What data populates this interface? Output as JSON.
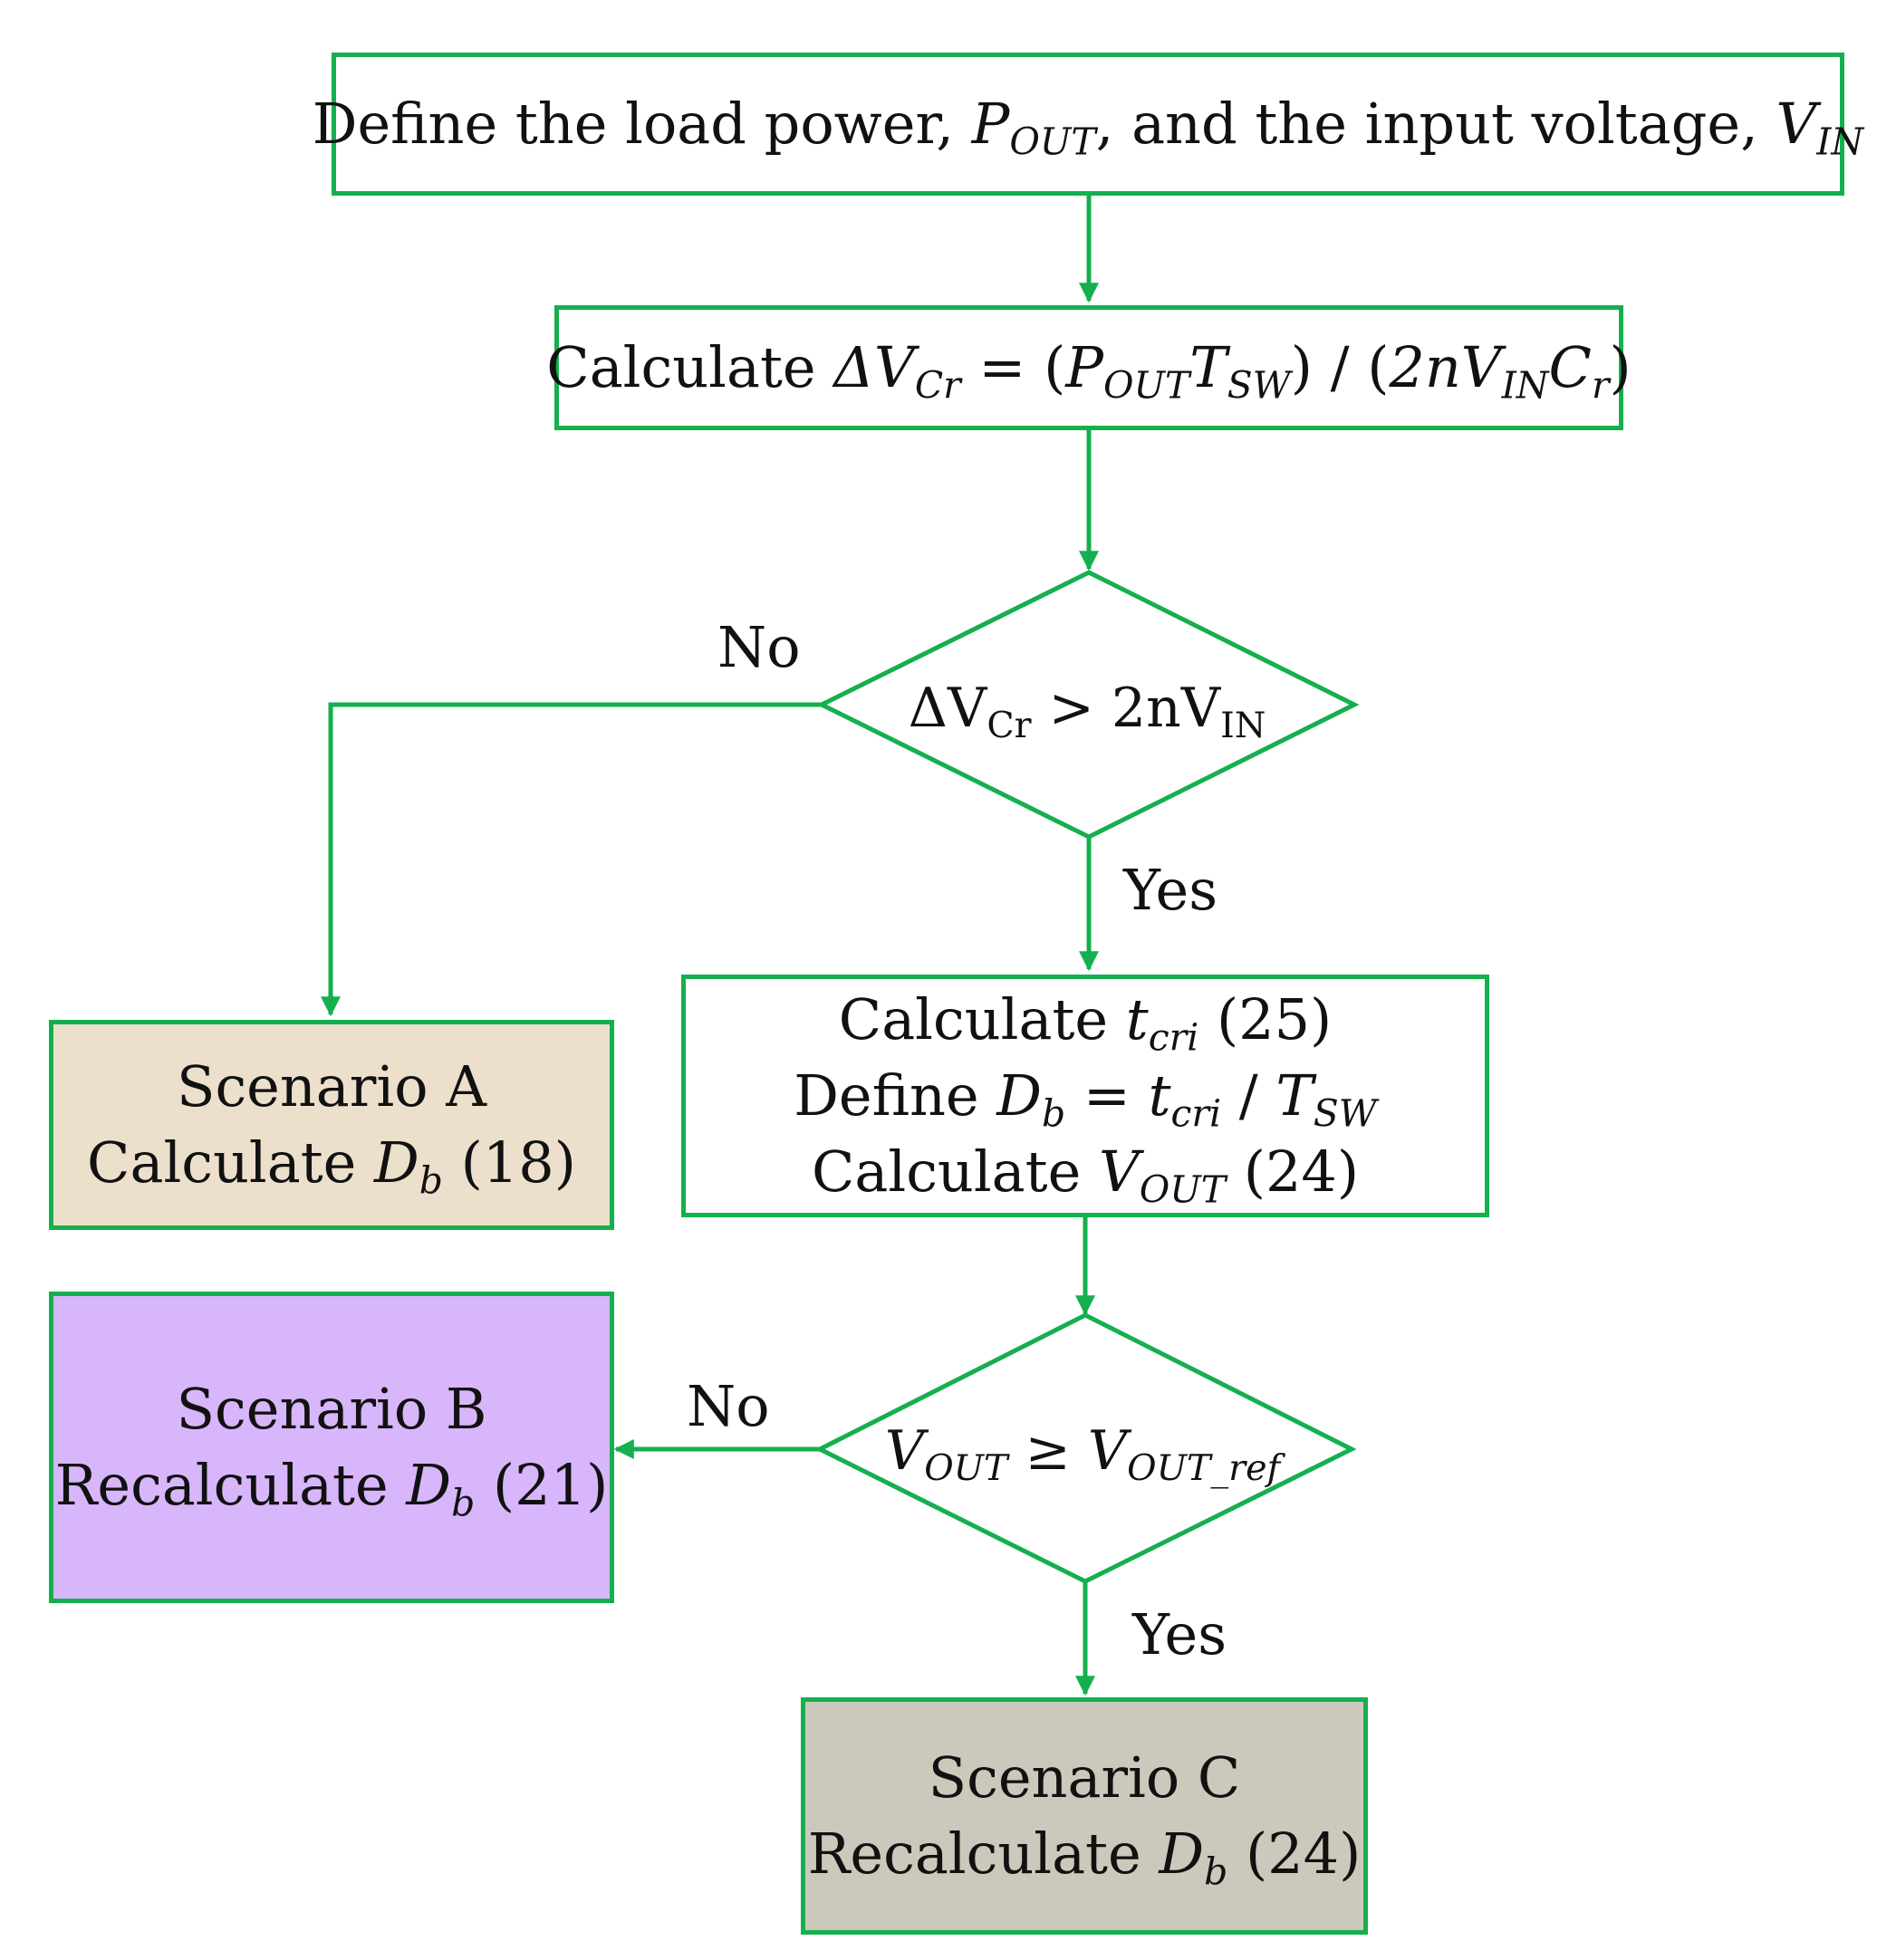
{
  "colors": {
    "border": "#14b04e",
    "scenario_a_fill": "#ece0cc",
    "scenario_b_fill": "#d8b6fb",
    "scenario_c_fill": "#ccc8bb",
    "box_fill": "#ffffff"
  },
  "step1": {
    "text": "Define the load power, ",
    "p": "P",
    "p_sub": "OUT",
    "mid": ", and the input voltage, ",
    "v": "V",
    "v_sub": "IN"
  },
  "step2": {
    "text": "Calculate ",
    "dv": "ΔV",
    "dv_sub": "Cr",
    "eq": " = (",
    "p": "P",
    "p_sub": "OUT",
    "t": "T",
    "t_sub": "SW",
    "mid": ") / (",
    "n": "2nV",
    "n_sub": "IN",
    "c": "C",
    "c_sub": "r",
    "close": ")"
  },
  "decision1": {
    "dv": "ΔV",
    "dv_sub": "Cr",
    "op": " > 2nV",
    "op_sub": "IN",
    "no_label": "No",
    "yes_label": "Yes"
  },
  "step3": {
    "line1_a": "Calculate ",
    "line1_t": "t",
    "line1_t_sub": "cri",
    "line1_b": " (25)",
    "line2_a": "Define ",
    "line2_d": "D",
    "line2_d_sub": "b",
    "line2_eq": " = ",
    "line2_t": "t",
    "line2_t_sub": "cri",
    "line2_div": " / ",
    "line2_T": "T",
    "line2_T_sub": "SW",
    "line3_a": "Calculate ",
    "line3_v": "V",
    "line3_v_sub": "OUT",
    "line3_b": " (24)"
  },
  "decision2": {
    "v": "V",
    "v_sub": "OUT",
    "op": " ≥ ",
    "vr": "V",
    "vr_sub": "OUT_ref",
    "no_label": "No",
    "yes_label": "Yes"
  },
  "scenario_a": {
    "title": "Scenario A",
    "calc": "Calculate ",
    "d": "D",
    "d_sub": "b",
    "ref": " (18)"
  },
  "scenario_b": {
    "title": "Scenario B",
    "calc": "Recalculate ",
    "d": "D",
    "d_sub": "b",
    "ref": " (21)"
  },
  "scenario_c": {
    "title": "Scenario C",
    "calc": "Recalculate ",
    "d": "D",
    "d_sub": "b",
    "ref": " (24)"
  }
}
